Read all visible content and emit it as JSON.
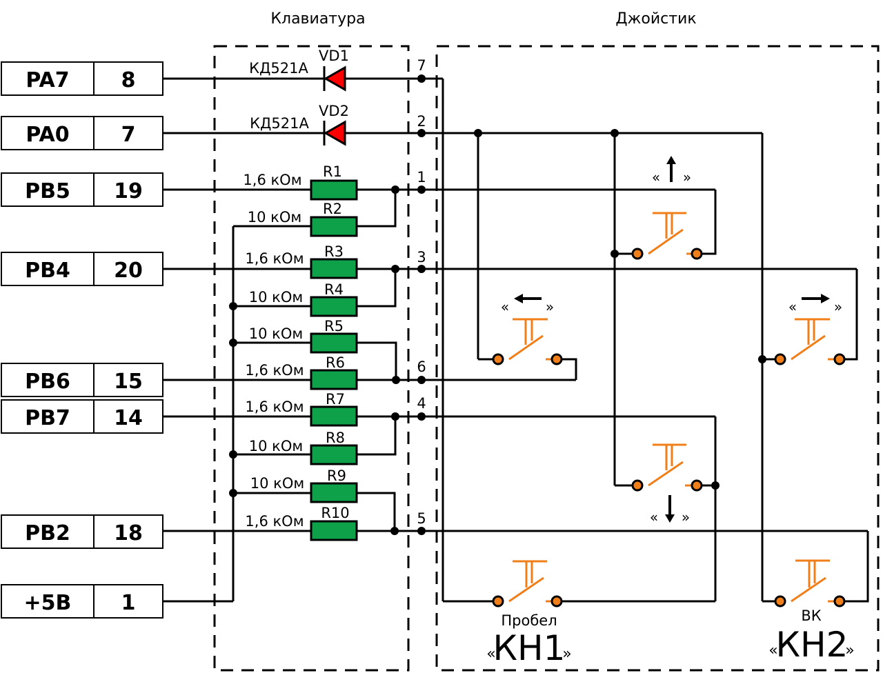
{
  "titles": {
    "keyboard": "Клавиатура",
    "joystick": "Джойстик"
  },
  "pins": [
    {
      "port": "PA7",
      "pin": "8"
    },
    {
      "port": "PA0",
      "pin": "7"
    },
    {
      "port": "PB5",
      "pin": "19"
    },
    {
      "port": "PB4",
      "pin": "20"
    },
    {
      "port": "PB6",
      "pin": "15"
    },
    {
      "port": "PB7",
      "pin": "14"
    },
    {
      "port": "PB2",
      "pin": "18"
    },
    {
      "port": "+5В",
      "pin": "1"
    }
  ],
  "diodes": [
    {
      "ref": "VD1",
      "part": "КД521А"
    },
    {
      "ref": "VD2",
      "part": "КД521А"
    }
  ],
  "resistors": [
    {
      "ref": "R1",
      "value": "1,6 кОм"
    },
    {
      "ref": "R2",
      "value": "10 кОм"
    },
    {
      "ref": "R3",
      "value": "1,6 кОм"
    },
    {
      "ref": "R4",
      "value": "10 кОм"
    },
    {
      "ref": "R5",
      "value": "10 кОм"
    },
    {
      "ref": "R6",
      "value": "1,6 кОм"
    },
    {
      "ref": "R7",
      "value": "1,6 кОм"
    },
    {
      "ref": "R8",
      "value": "10 кОм"
    },
    {
      "ref": "R9",
      "value": "10 кОм"
    },
    {
      "ref": "R10",
      "value": "1,6 кОм"
    }
  ],
  "connector_numbers": [
    "7",
    "2",
    "1",
    "3",
    "6",
    "4",
    "5"
  ],
  "switches": {
    "up": {
      "open_quote": "«",
      "close_quote": "»",
      "arrow": "up"
    },
    "left": {
      "open_quote": "«",
      "close_quote": "»",
      "arrow": "left"
    },
    "right": {
      "open_quote": "«",
      "close_quote": "»",
      "arrow": "right"
    },
    "down": {
      "open_quote": "«",
      "close_quote": "»",
      "arrow": "down"
    },
    "kn1": {
      "caption": "Пробел",
      "name": "КН1",
      "open_quote": "«",
      "close_quote": "»"
    },
    "kn2": {
      "caption": "ВК",
      "name": "КН2",
      "open_quote": "«",
      "close_quote": "»"
    }
  },
  "colors": {
    "resistor": "#0fa14a",
    "diode": "#ff0000",
    "switch": "#f07f1a"
  }
}
